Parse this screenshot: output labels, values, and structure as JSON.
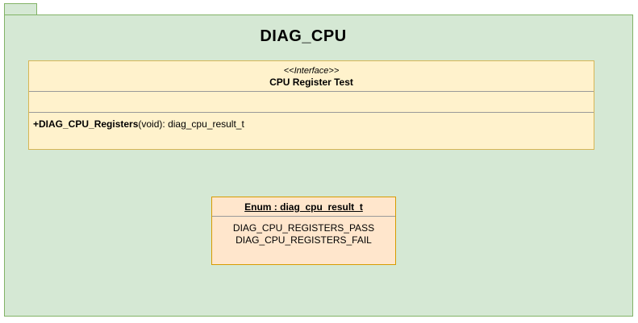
{
  "diagram": {
    "package": {
      "title": "DIAG_CPU"
    },
    "interface_class": {
      "stereotype": "<<Interface>>",
      "name": "CPU Register Test",
      "method": {
        "name": "+DIAG_CPU_Registers",
        "signature": "(void): diag_cpu_result_t"
      }
    },
    "enum_class": {
      "title": "Enum : diag_cpu_result_t",
      "values": [
        "DIAG_CPU_REGISTERS_PASS",
        "DIAG_CPU_REGISTERS_FAIL"
      ]
    },
    "colors": {
      "package_fill": "#d5e8d4",
      "package_border": "#82b366",
      "interface_fill": "#fff2cc",
      "interface_border": "#d6b656",
      "enum_fill": "#ffe6cc",
      "enum_border": "#d79b00",
      "divider": "#999999"
    }
  }
}
